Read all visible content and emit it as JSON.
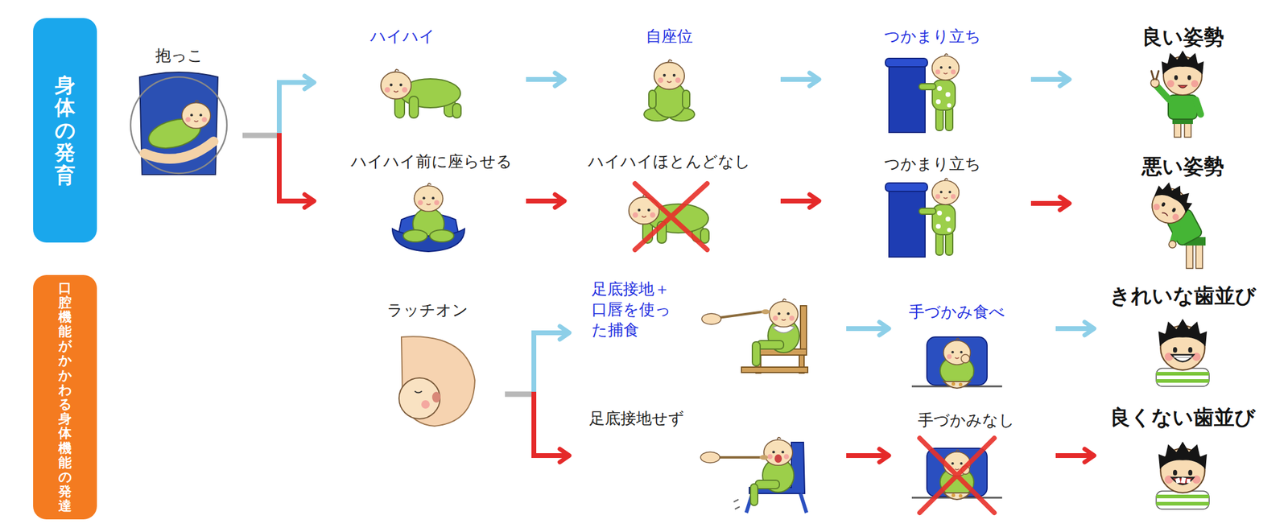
{
  "diagram": {
    "nodes": [
      {
        "text": [
          "身体の発育"
        ]
      },
      {
        "text": [
          "抱っこ"
        ]
      },
      {
        "text": [
          "ハイハイ"
        ]
      },
      {
        "text": [
          "自座位"
        ]
      },
      {
        "text": [
          "つかまり立ち"
        ]
      },
      {
        "text": [
          "良い姿勢"
        ]
      },
      {
        "text": [
          "ハイハイ前に座らせる"
        ]
      },
      {
        "text": [
          "ハイハイほとんどなし"
        ]
      },
      {
        "text": [
          "つかまり立ち"
        ]
      },
      {
        "text": [
          "悪い姿勢"
        ]
      },
      {
        "text": [
          "口腔機能がかかわる身体機能の発達"
        ]
      },
      {
        "text": [
          "ラッチオン"
        ]
      },
      {
        "text": [
          "足底接地＋口唇を使った捕食"
        ]
      },
      {
        "text": [
          "手づかみ食べ"
        ]
      },
      {
        "text": [
          "きれいな歯並び"
        ]
      },
      {
        "text": [
          "足底接地せず"
        ]
      },
      {
        "text": [
          "手づかみなし"
        ]
      },
      {
        "text": [
          "良くない歯並び"
        ]
      }
    ],
    "edges": [
      {
        "from": 1,
        "to": 2,
        "arrow": "to"
      },
      {
        "from": 1,
        "to": 6,
        "arrow": "to"
      },
      {
        "from": 2,
        "to": 3,
        "arrow": "to"
      },
      {
        "from": 3,
        "to": 4,
        "arrow": "to"
      },
      {
        "from": 4,
        "to": 5,
        "arrow": "to"
      },
      {
        "from": 6,
        "to": 7,
        "arrow": "to"
      },
      {
        "from": 7,
        "to": 8,
        "arrow": "to"
      },
      {
        "from": 8,
        "to": 9,
        "arrow": "to"
      },
      {
        "from": 11,
        "to": 12,
        "arrow": "to"
      },
      {
        "from": 11,
        "to": 15,
        "arrow": "to"
      },
      {
        "from": 12,
        "to": 13,
        "arrow": "to"
      },
      {
        "from": 13,
        "to": 14,
        "arrow": "to"
      },
      {
        "from": 15,
        "to": 16,
        "arrow": "to"
      },
      {
        "from": 16,
        "to": 17,
        "arrow": "to"
      }
    ]
  }
}
